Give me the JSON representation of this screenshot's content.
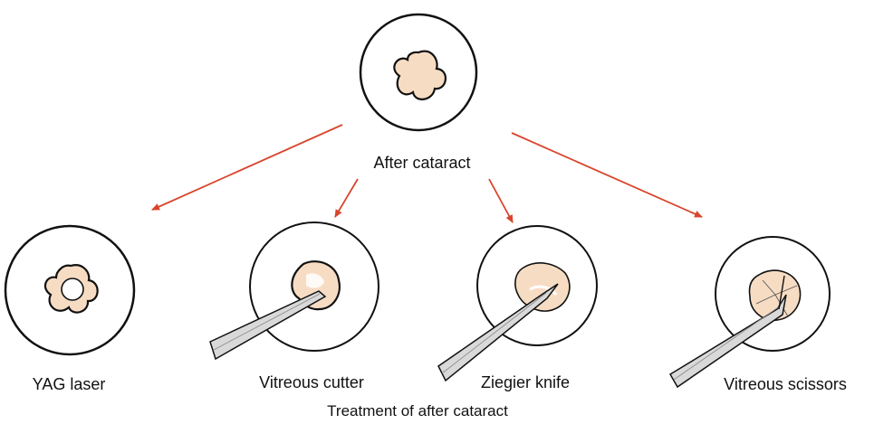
{
  "diagram": {
    "top_label": "After cataract",
    "caption": "Treatment of after cataract",
    "treatments": [
      {
        "label": "YAG laser",
        "tool": "laser-aperture"
      },
      {
        "label": "Vitreous cutter",
        "tool": "probe-instrument"
      },
      {
        "label": "Ziegier knife",
        "tool": "knife-instrument"
      },
      {
        "label": "Vitreous scissors",
        "tool": "scissors-instrument"
      }
    ]
  },
  "colors": {
    "arrow": "#d8452c",
    "opacity_fill": "#f7dcc4",
    "outline": "#111111",
    "instrument_fill": "#d9d9d9"
  }
}
